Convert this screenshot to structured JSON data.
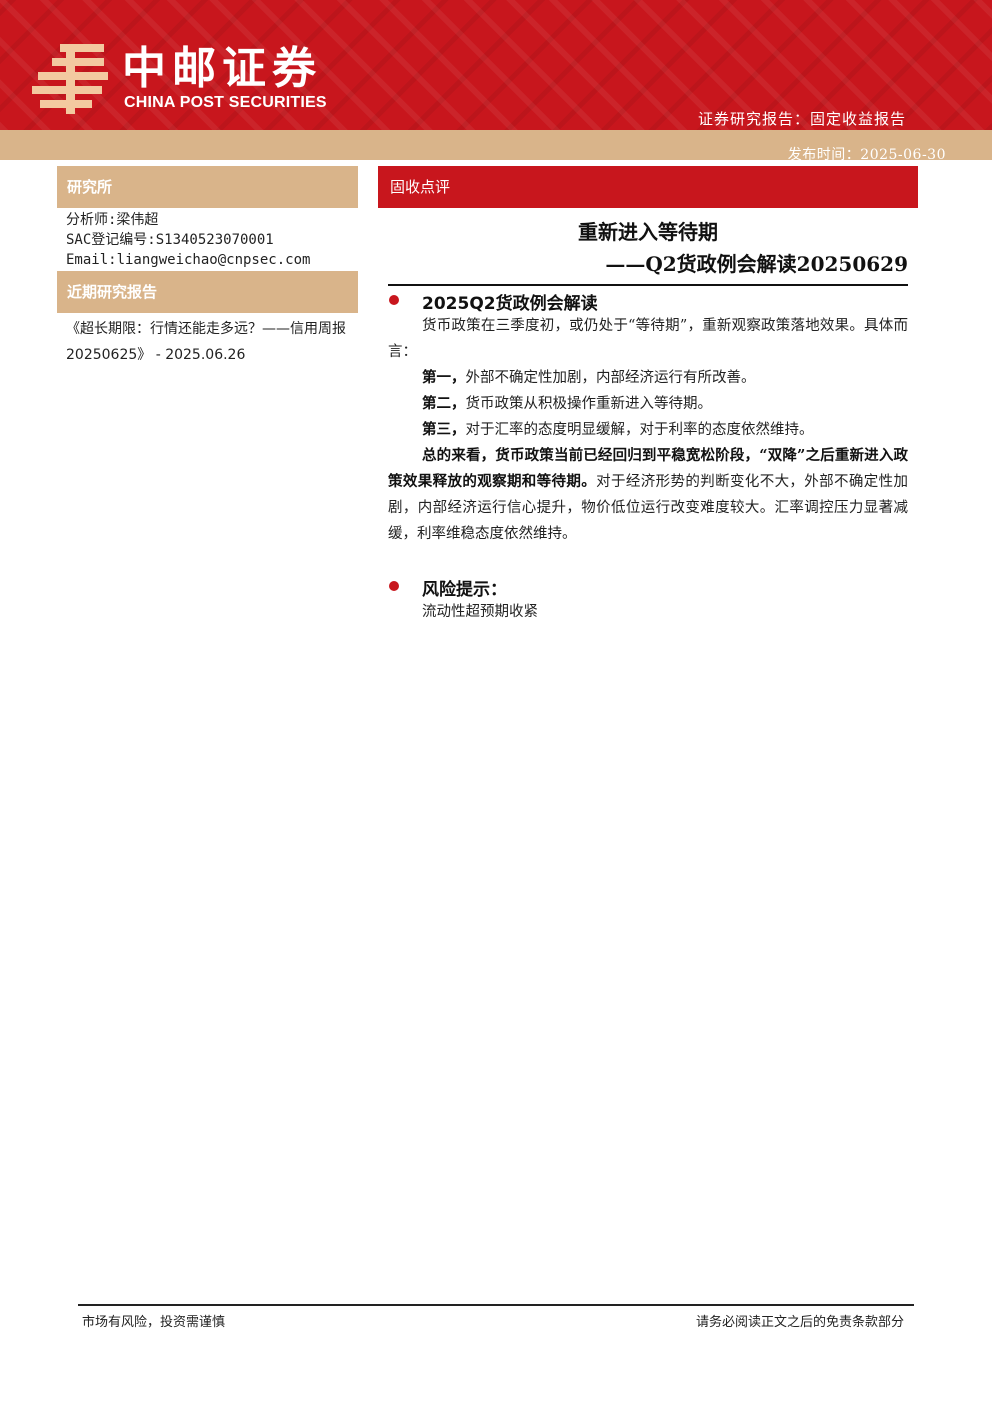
{
  "header": {
    "company_cn": "中邮证券",
    "company_en": "CHINA POST SECURITIES",
    "report_type": "证券研究报告：固定收益报告",
    "publish_date": "发布时间：2025-06-30",
    "brand_red": "#c8161d",
    "brand_gold": "#d9b48a"
  },
  "sidebar": {
    "research_heading": "研究所",
    "analyst": "分析师:梁伟超",
    "sac": "SAC登记编号:S1340523070001",
    "email": "Email:liangweichao@cnpsec.com",
    "recent_heading": "近期研究报告",
    "recent_report": "《超长期限：行情还能走多远？——信用周报20250625》 - 2025.06.26"
  },
  "main": {
    "category": "固收点评",
    "title": "重新进入等待期",
    "subtitle": "——Q2货政例会解读20250629",
    "section1_title": "2025Q2货政例会解读",
    "intro": "货币政策在三季度初，或仍处于“等待期”，重新观察政策落地效果。具体而言：",
    "point1_label": "第一，",
    "point1_text": "外部不确定性加剧，内部经济运行有所改善。",
    "point2_label": "第二，",
    "point2_text": "货币政策从积极操作重新进入等待期。",
    "point3_label": "第三，",
    "point3_text": "对于汇率的态度明显缓解，对于利率的态度依然维持。",
    "summary_bold": "总的来看，货币政策当前已经回归到平稳宽松阶段，“双降”之后重新进入政策效果释放的观察期和等待期。",
    "summary_text": "对于经济形势的判断变化不大，外部不确定性加剧，内部经济运行信心提升，物价低位运行改变难度较大。汇率调控压力显著减缓，利率维稳态度依然维持。",
    "section2_title": "风险提示：",
    "risk": "流动性超预期收紧"
  },
  "footer": {
    "left": "市场有风险，投资需谨慎",
    "right": "请务必阅读正文之后的免责条款部分"
  }
}
